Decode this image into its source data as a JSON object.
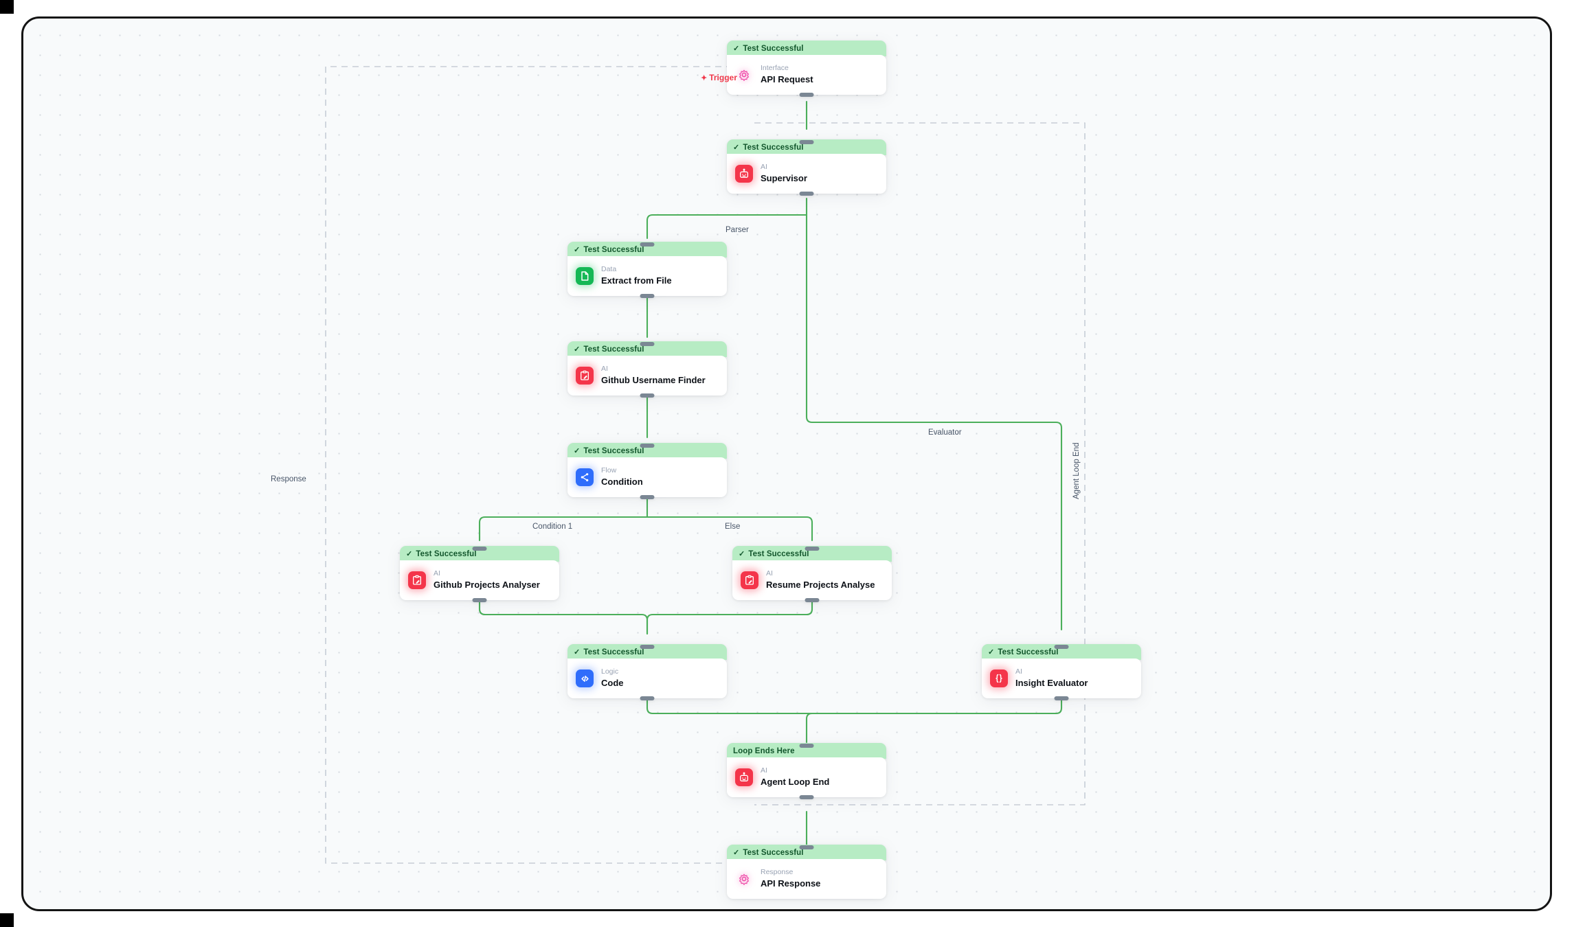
{
  "canvas": {
    "background_color": "#f8fafb",
    "grid_dot_color": "#c9ced6",
    "border_color": "#141414"
  },
  "colors": {
    "status_bar": "#b7ecc4",
    "status_text": "#12562c",
    "edge_green": "#4caf5b",
    "edge_dashed": "#c7cdd6",
    "trigger_red": "#f0384a",
    "ai_icon": "#f4354a",
    "data_icon": "#14b855",
    "flow_icon": "#2f6dfb",
    "logic_icon": "#2f6dfb",
    "interface_icon": "#ef4aa8"
  },
  "nodes": [
    {
      "id": "api-request",
      "status": "Test Successful",
      "has_check": true,
      "kind": "Interface",
      "title": "API Request",
      "icon": "gear-outline-icon"
    },
    {
      "id": "supervisor",
      "status": "Test Successful",
      "has_check": true,
      "kind": "AI",
      "title": "Supervisor",
      "icon": "robot-icon"
    },
    {
      "id": "extract-from-file",
      "status": "Test Successful",
      "has_check": true,
      "kind": "Data",
      "title": "Extract from File",
      "icon": "document-icon"
    },
    {
      "id": "github-username-finder",
      "status": "Test Successful",
      "has_check": true,
      "kind": "AI",
      "title": "Github Username Finder",
      "icon": "clipboard-pencil-icon"
    },
    {
      "id": "condition",
      "status": "Test Successful",
      "has_check": true,
      "kind": "Flow",
      "title": "Condition",
      "icon": "branch-share-icon"
    },
    {
      "id": "github-projects-analyser",
      "status": "Test Successful",
      "has_check": true,
      "kind": "AI",
      "title": "Github Projects Analyser",
      "icon": "clipboard-pencil-icon"
    },
    {
      "id": "resume-projects-analyse",
      "status": "Test Successful",
      "has_check": true,
      "kind": "AI",
      "title": "Resume Projects Analyse",
      "icon": "clipboard-pencil-icon"
    },
    {
      "id": "code",
      "status": "Test Successful",
      "has_check": true,
      "kind": "Logic",
      "title": "Code",
      "icon": "code-brackets-icon"
    },
    {
      "id": "insight-evaluator",
      "status": "Test Successful",
      "has_check": true,
      "kind": "AI",
      "title": "Insight Evaluator",
      "icon": "curly-braces-icon"
    },
    {
      "id": "agent-loop-end",
      "status": "Loop Ends Here",
      "has_check": false,
      "kind": "AI",
      "title": "Agent Loop End",
      "icon": "robot-icon"
    },
    {
      "id": "api-response",
      "status": "Test Successful",
      "has_check": true,
      "kind": "Response",
      "title": "API Response",
      "icon": "gear-outline-icon"
    }
  ],
  "edge_labels": {
    "trigger": "Trigger",
    "trigger_icon": "sparkle-icon",
    "parser": "Parser",
    "evaluator": "Evaluator",
    "agent_loop_end": "Agent Loop End",
    "response": "Response",
    "condition_1": "Condition 1",
    "else": "Else"
  },
  "status_check_glyph": "✓"
}
